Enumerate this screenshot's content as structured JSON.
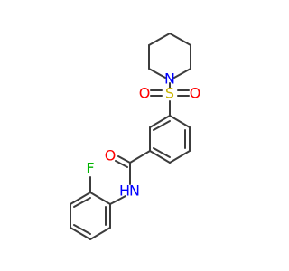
{
  "molecule": {
    "atoms": {
      "N_piperidine": {
        "symbol": "N",
        "color": "#0000ff"
      },
      "S": {
        "symbol": "S",
        "color": "#c8b400"
      },
      "O_left": {
        "symbol": "O",
        "color": "#ff0000"
      },
      "O_right": {
        "symbol": "O",
        "color": "#ff0000"
      },
      "O_carbonyl": {
        "symbol": "O",
        "color": "#ff0000"
      },
      "N_amide": {
        "symbol": "N",
        "color": "#0000ff"
      },
      "H_amide": {
        "symbol": "H",
        "color": "#0000ff"
      },
      "F": {
        "symbol": "F",
        "color": "#00b400"
      }
    },
    "bond_color": "#3c3c3c"
  }
}
